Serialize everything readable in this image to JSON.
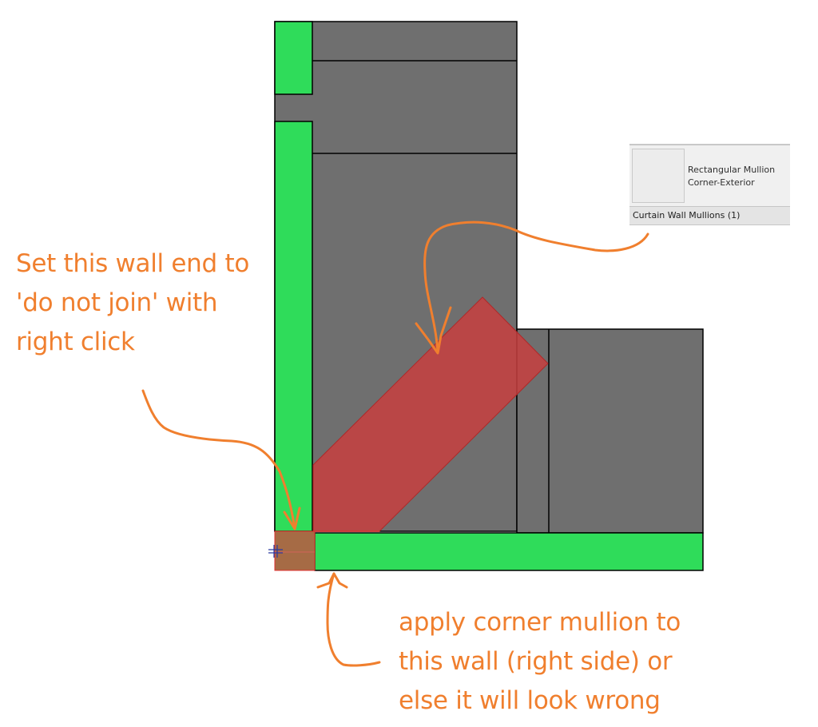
{
  "annotations": {
    "left_note": {
      "lines": [
        "Set this wall end to",
        "'do not join' with",
        "right click"
      ]
    },
    "bottom_note": {
      "lines": [
        "apply corner mullion to",
        "this wall (right side) or",
        "else it will look wrong"
      ]
    }
  },
  "type_selector": {
    "family": "Rectangular Mullion",
    "type": "Corner-Exterior",
    "category_filter": "Curtain Wall Mullions (1)"
  },
  "colors": {
    "wall_green": "#2fdc5a",
    "floor_gray": "#6f6f6f",
    "mullion_red": "#c05050",
    "selected_corner_brown": "#a66b45",
    "annotation_orange": "#f07f2e",
    "outline_black": "#000000"
  },
  "cursor": {
    "icon": "crosshair-cursor-icon"
  }
}
